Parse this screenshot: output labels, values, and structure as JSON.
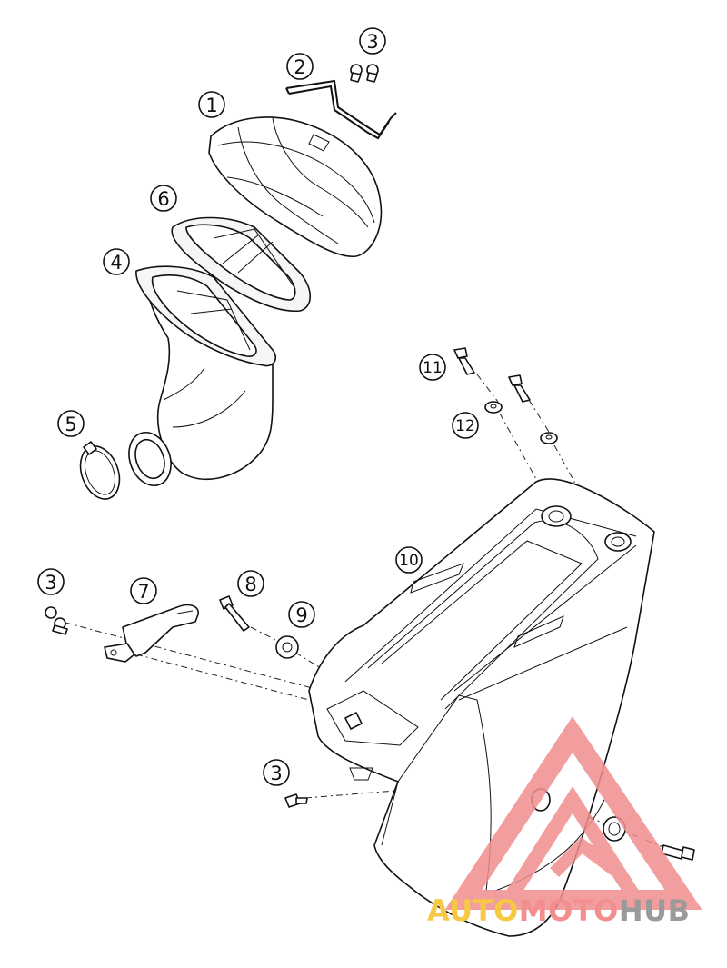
{
  "diagram": {
    "callouts": [
      {
        "id": "c1",
        "label": "1"
      },
      {
        "id": "c2",
        "label": "2"
      },
      {
        "id": "c3a",
        "label": "3"
      },
      {
        "id": "c6",
        "label": "6"
      },
      {
        "id": "c4",
        "label": "4"
      },
      {
        "id": "c5",
        "label": "5"
      },
      {
        "id": "c11",
        "label": "11"
      },
      {
        "id": "c12",
        "label": "12"
      },
      {
        "id": "c10",
        "label": "10"
      },
      {
        "id": "c3b",
        "label": "3"
      },
      {
        "id": "c7",
        "label": "7"
      },
      {
        "id": "c8",
        "label": "8"
      },
      {
        "id": "c9",
        "label": "9"
      },
      {
        "id": "c3c",
        "label": "3"
      }
    ]
  },
  "watermark": {
    "part1": "AUTO",
    "part2": "MOTO",
    "part3": "HUB",
    "colors": {
      "yellow": "#f7c843",
      "red": "#f28e8e",
      "grey": "#9a9a9a"
    }
  }
}
